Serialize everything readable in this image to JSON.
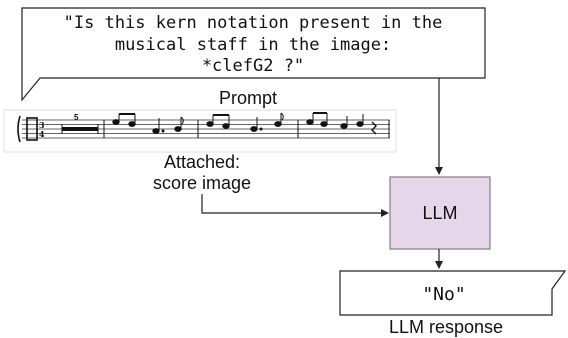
{
  "prompt": {
    "lines": [
      "\"Is this kern notation present in the",
      "musical staff in the image:",
      "*clefG2 ?\""
    ],
    "caption": "Prompt"
  },
  "attachment": {
    "caption_line1": "Attached:",
    "caption_line2": "score image",
    "measure_number": "5"
  },
  "llm": {
    "label": "LLM"
  },
  "response": {
    "text": "\"No\"",
    "caption": "LLM response"
  },
  "colors": {
    "llm_box_fill": "#e6d6ea",
    "llm_box_stroke": "#8a7a8e",
    "box_stroke": "#222222",
    "arrow": "#222222"
  }
}
